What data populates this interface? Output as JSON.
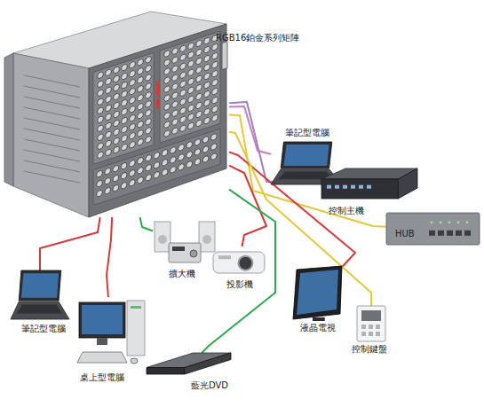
{
  "diagram": {
    "nodes": [
      {
        "text": [
          "RGB16鉑金系列矩陣"
        ]
      },
      {
        "text": [
          "筆記型電腦"
        ]
      },
      {
        "text": [
          "控制主機"
        ]
      },
      {
        "text": [
          "HUB"
        ]
      },
      {
        "text": [
          "擴大機"
        ]
      },
      {
        "text": [
          "投影機"
        ]
      },
      {
        "text": [
          "液晶電視"
        ]
      },
      {
        "text": [
          "控制鍵盤"
        ]
      },
      {
        "text": [
          "筆記型電腦"
        ]
      },
      {
        "text": [
          "桌上型電腦"
        ]
      },
      {
        "text": [
          "藍光DVD"
        ]
      }
    ],
    "edges": [
      {
        "from": 0,
        "to": 1,
        "arrow": "none"
      },
      {
        "from": 0,
        "to": 2,
        "arrow": "none"
      },
      {
        "from": 0,
        "to": 3,
        "arrow": "none"
      },
      {
        "from": 0,
        "to": 4,
        "arrow": "none"
      },
      {
        "from": 0,
        "to": 5,
        "arrow": "none"
      },
      {
        "from": 0,
        "to": 6,
        "arrow": "none"
      },
      {
        "from": 0,
        "to": 7,
        "arrow": "none"
      },
      {
        "from": 0,
        "to": 8,
        "arrow": "none"
      },
      {
        "from": 0,
        "to": 9,
        "arrow": "none"
      },
      {
        "from": 0,
        "to": 10,
        "arrow": "none"
      }
    ]
  }
}
